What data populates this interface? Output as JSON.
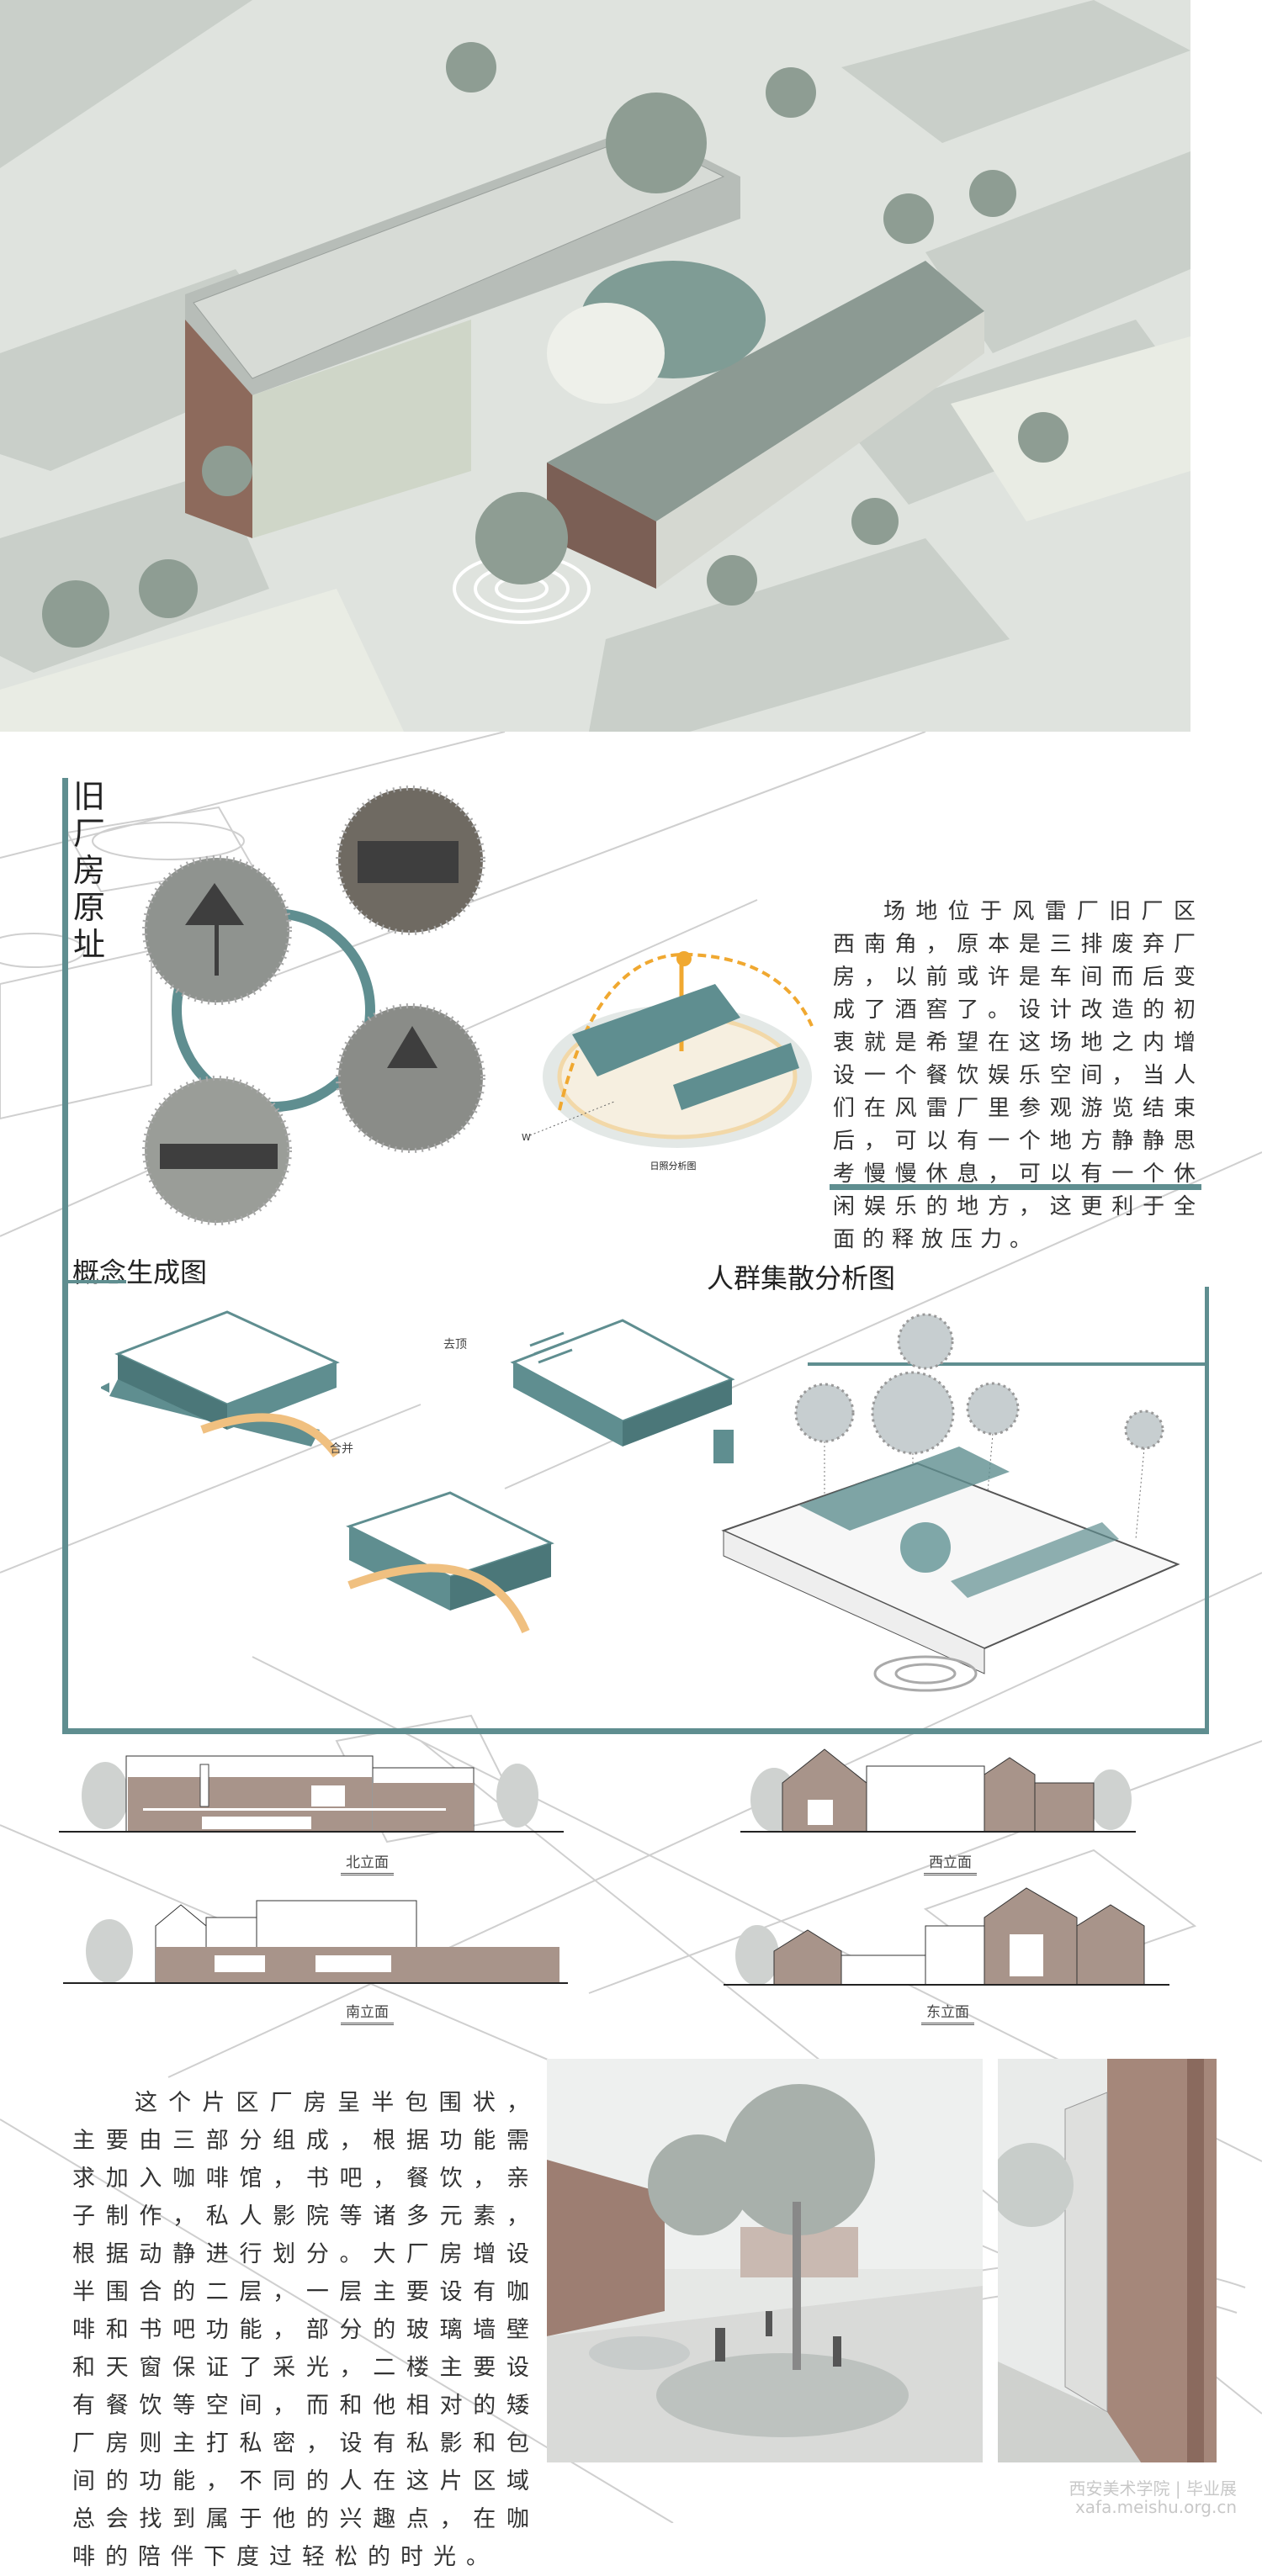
{
  "colors": {
    "teal": "#5f8e90",
    "orange": "#f0a830",
    "brick": "#a8948a",
    "render_bg": "#dfe3de"
  },
  "site_section": {
    "vertical_title": "旧厂房原址",
    "sun_diagram_caption": "日照分析图",
    "sun_diagram_compass_w": "W",
    "description": "场地位于风雷厂旧厂区西南角，原本是三排废弃厂房，以前或许是车间而后变成了酒窖了。设计改造的初衷就是希望在这场地之内增设一个餐饮娱乐空间，当人们在风雷厂里参观游览结束后，可以有一个地方静静思考慢慢休息，可以有一个休闲娱乐的地方，这更利于全面的释放压力。"
  },
  "concept": {
    "title": "概念生成图",
    "label_remove_roof": "去顶",
    "label_merge": "合并"
  },
  "crowd": {
    "title": "人群集散分析图"
  },
  "elevations": {
    "north": "北立面",
    "west": "西立面",
    "south": "南立面",
    "east": "东立面"
  },
  "bottom": {
    "description": "这个片区厂房呈半包围状，主要由三部分组成，根据功能需求加入咖啡馆，书吧，餐饮，亲子制作，私人影院等诸多元素，根据动静进行划分。大厂房增设半围合的二层，一层主要设有咖啡和书吧功能，部分的玻璃墙壁和天窗保证了采光，二楼主要设有餐饮等空间，而和他相对的矮厂房则主打私密，设有私影和包间的功能，不同的人在这片区域总会找到属于他的兴趣点，在咖啡的陪伴下度过轻松的时光。"
  },
  "watermark": {
    "line1": "西安美术学院 | 毕业展",
    "line2": "xafa.meishu.org.cn"
  }
}
